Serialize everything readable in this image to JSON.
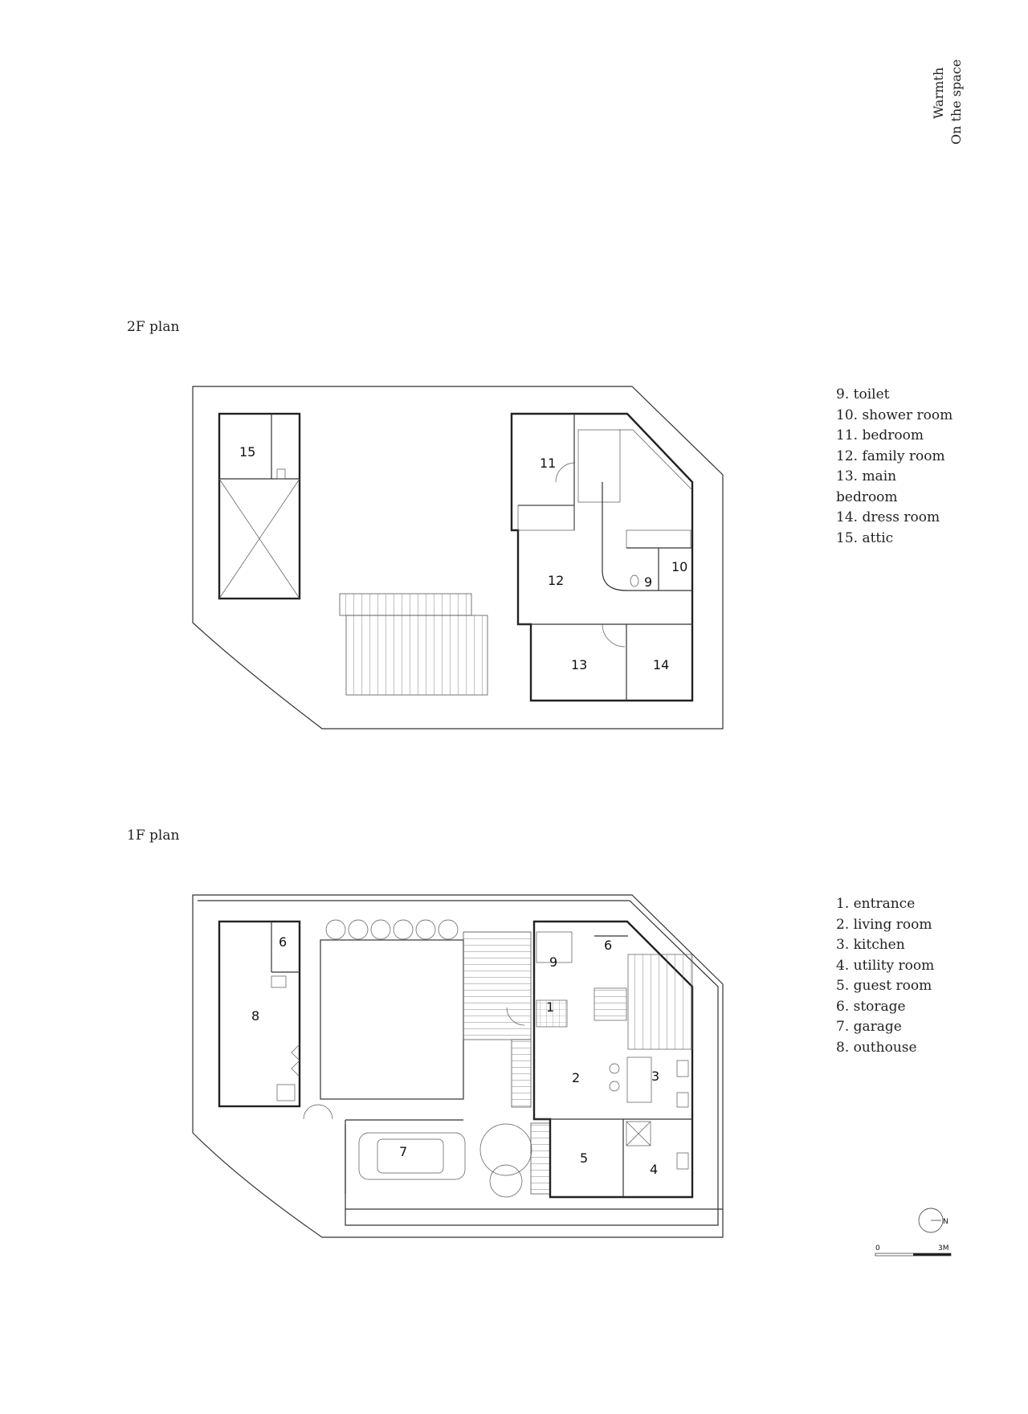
{
  "vertical_title": [
    "Warmth",
    "On the space"
  ],
  "plans": [
    {
      "label": "2F plan",
      "rooms": [
        "15",
        "11",
        "12",
        "9",
        "10",
        "13",
        "14"
      ],
      "legend": [
        "9. toilet",
        "10. shower room",
        "11. bedroom",
        "12. family room",
        "13. main",
        "bedroom",
        "14. dress room",
        "15. attic"
      ]
    },
    {
      "label": "1F plan",
      "rooms": [
        "6",
        "8",
        "9",
        "6",
        "1",
        "2",
        "3",
        "7",
        "5",
        "4"
      ],
      "legend": [
        "1. entrance",
        "2. living room",
        "3. kitchen",
        "4. utility room",
        "5. guest room",
        "6. storage",
        "7. garage",
        "8. outhouse"
      ]
    }
  ],
  "north_label": "N",
  "scale": {
    "start": "0",
    "end": "3M"
  }
}
